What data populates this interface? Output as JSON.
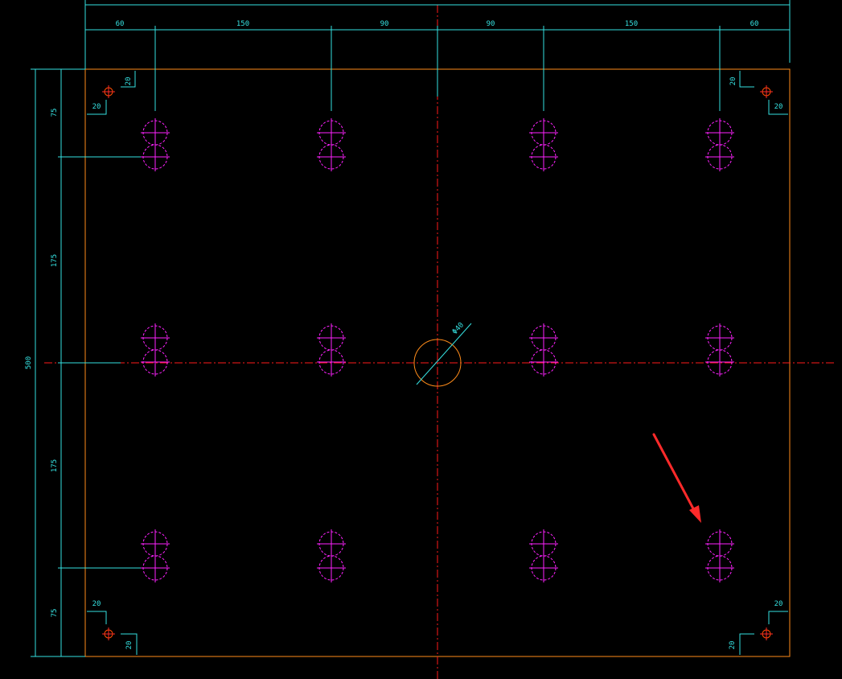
{
  "drawing": {
    "top_dimensions": [
      "60",
      "150",
      "90",
      "90",
      "150",
      "60"
    ],
    "left_dimensions": [
      "75",
      "175",
      "175",
      "75"
    ],
    "overall_height": "500",
    "center_hole": "Φ40",
    "corner_offsets": [
      "20",
      "20",
      "20",
      "20",
      "20",
      "20",
      "20",
      "20"
    ]
  },
  "colors": {
    "background": "#000000",
    "dimension": "#35e0e0",
    "outline": "#ff8c1a",
    "centerline": "#ff1a1a",
    "holes": "#ff22ff",
    "annotation_arrow": "#ff2a2a"
  }
}
